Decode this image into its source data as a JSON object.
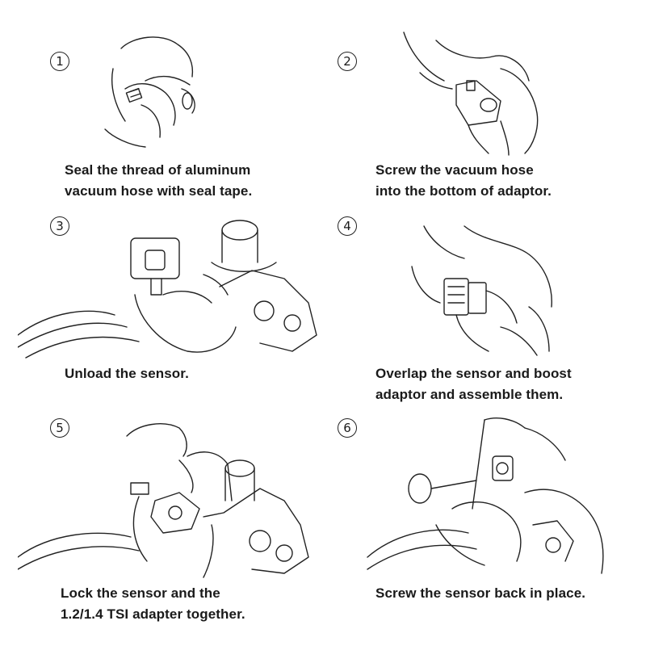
{
  "steps": [
    {
      "number": "1",
      "lines": [
        "Seal the thread of aluminum",
        "vacuum hose with seal tape."
      ]
    },
    {
      "number": "2",
      "lines": [
        "Screw the vacuum hose",
        "into the bottom of adaptor."
      ]
    },
    {
      "number": "3",
      "lines": [
        "Unload the sensor."
      ]
    },
    {
      "number": "4",
      "lines": [
        "Overlap the sensor and boost",
        "adaptor and assemble them."
      ]
    },
    {
      "number": "5",
      "lines": [
        "Lock the sensor and the",
        "1.2/1.4 TSI adapter together."
      ]
    },
    {
      "number": "6",
      "lines": [
        "Screw the sensor back in place."
      ]
    }
  ]
}
